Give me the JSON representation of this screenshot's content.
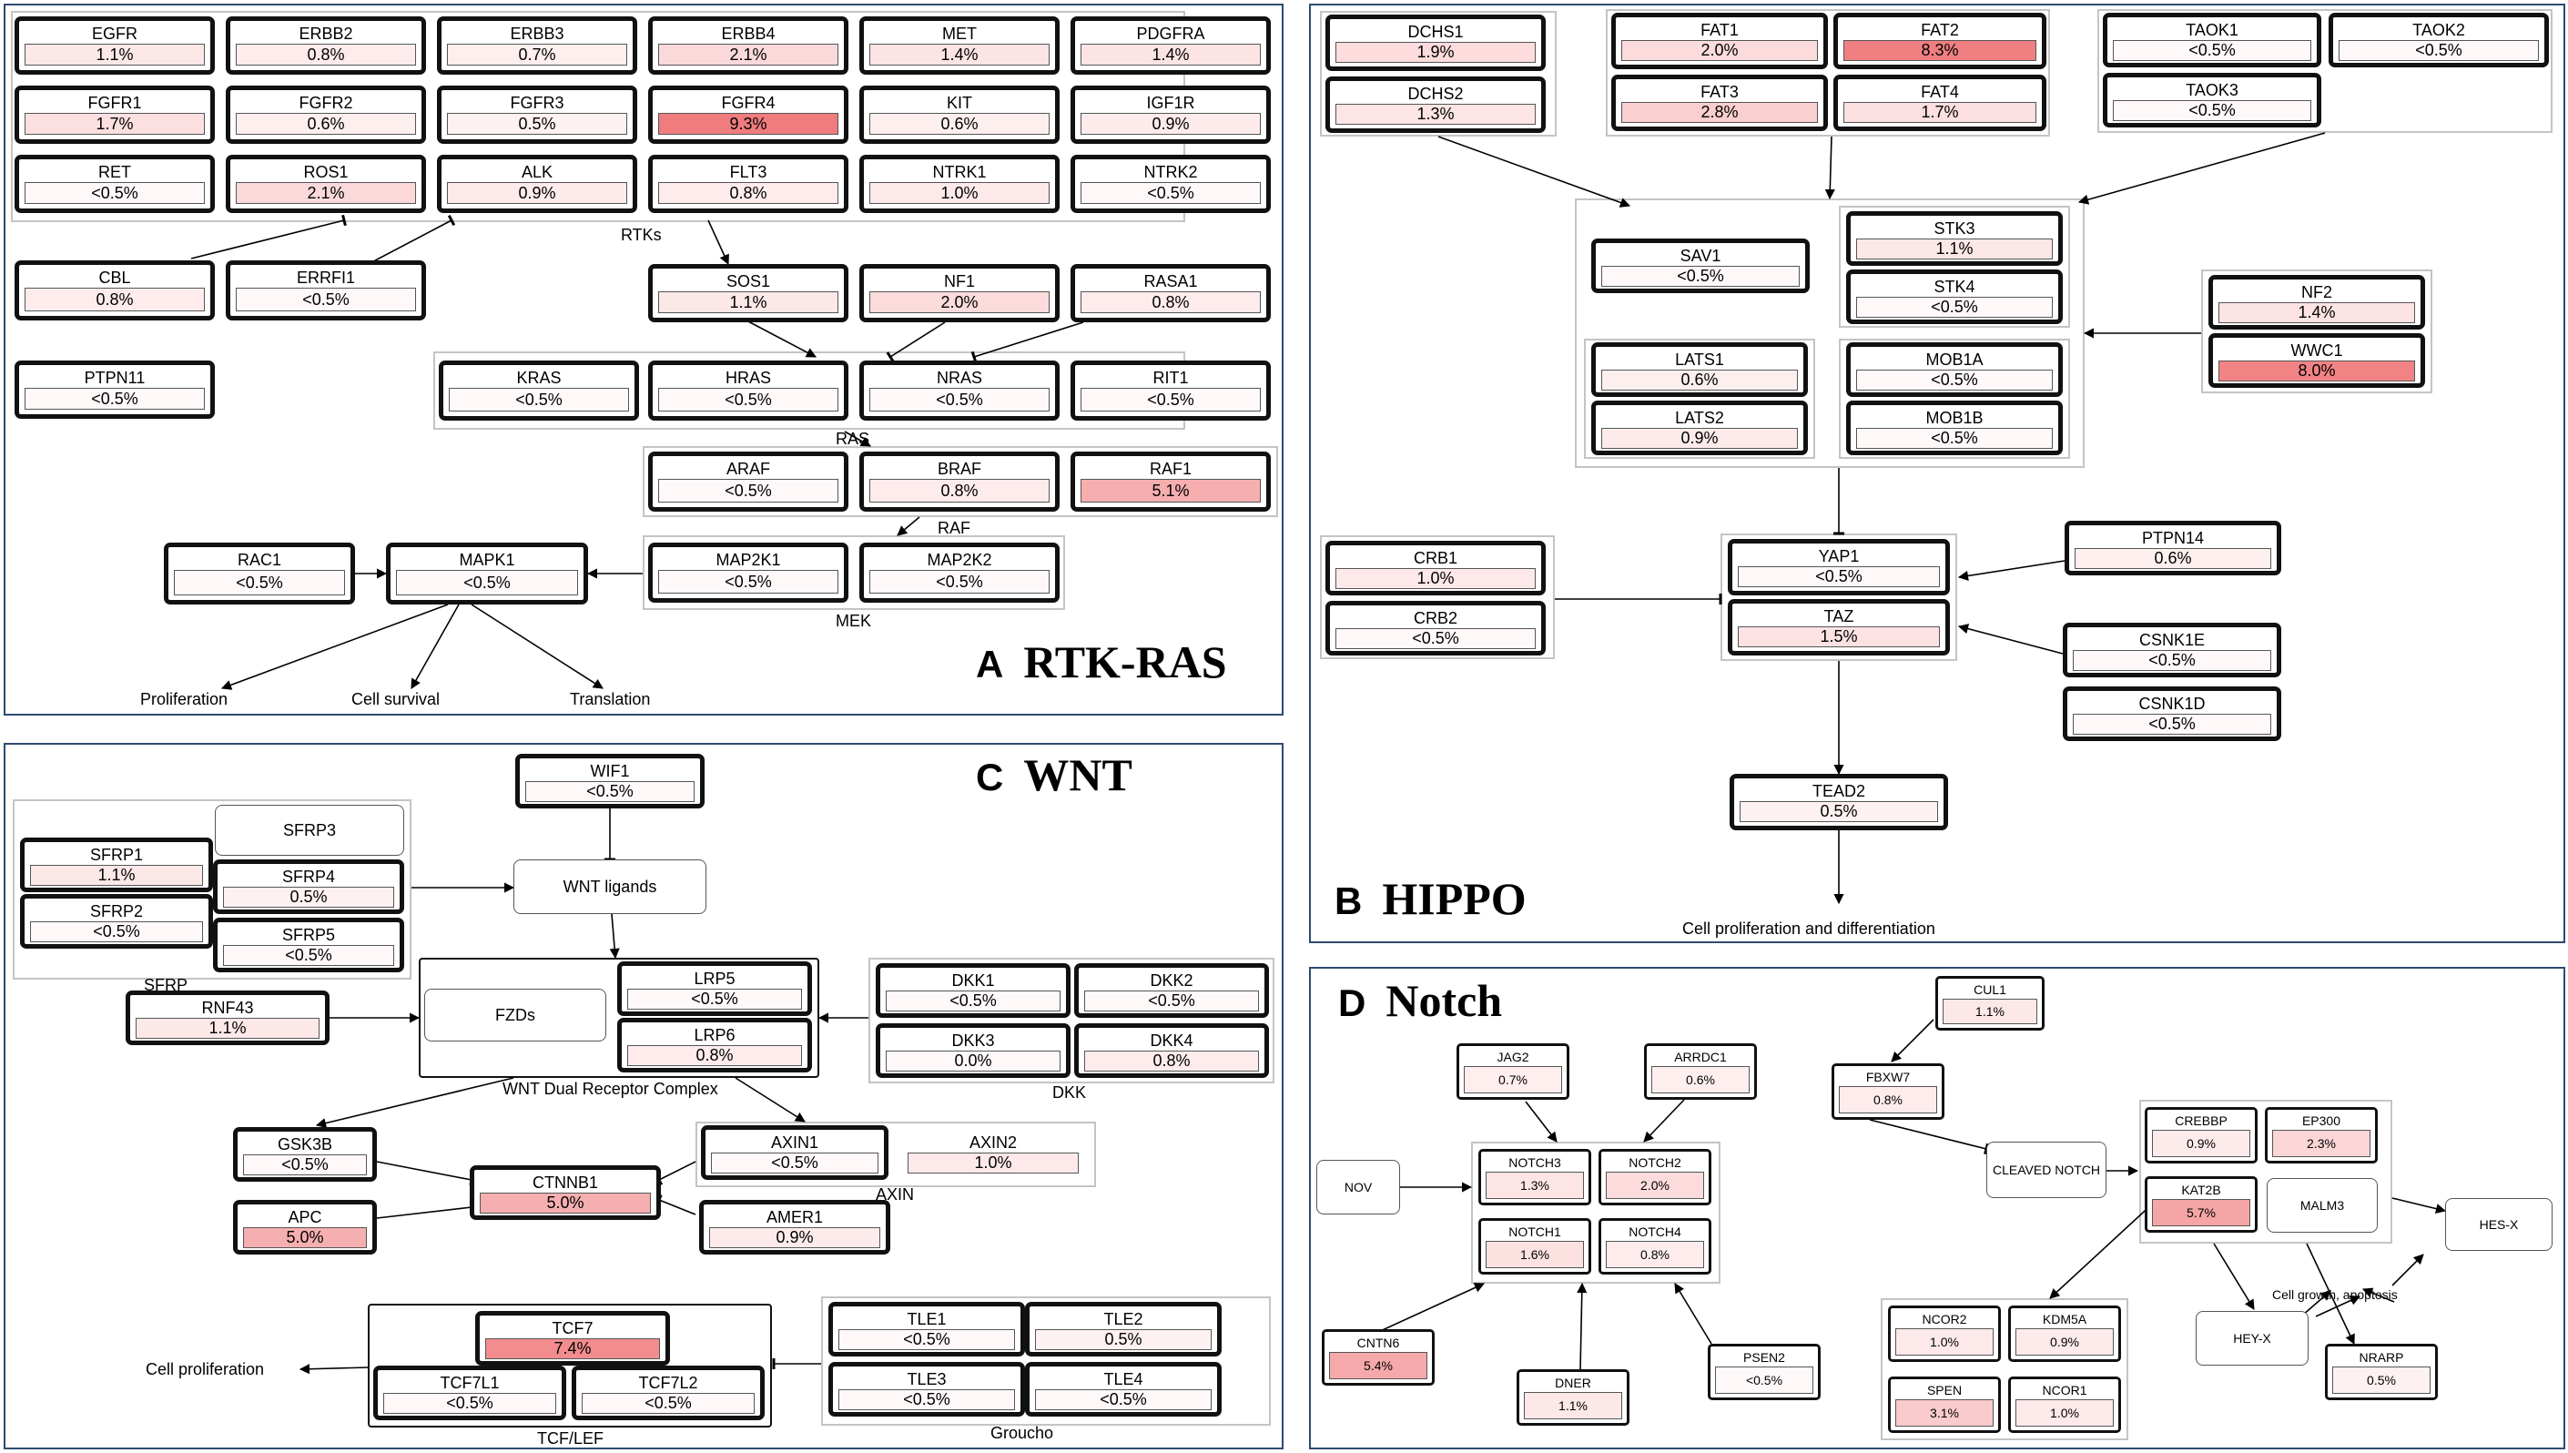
{
  "colors": {
    "heat_low": "#fff8f8",
    "heat_high": "#f07c7e",
    "panel_border": "#2d4b6f",
    "group_border": "#c4c4c4"
  },
  "panels": {
    "A": {
      "letter": "A",
      "title": "RTK-RAS"
    },
    "B": {
      "letter": "B",
      "title": "HIPPO"
    },
    "C": {
      "letter": "C",
      "title": "WNT"
    },
    "D": {
      "letter": "D",
      "title": "Notch"
    }
  },
  "labels": {
    "rtks": "RTKs",
    "ras": "RAS",
    "raf": "RAF",
    "mek": "MEK",
    "proliferation": "Proliferation",
    "cell_survival": "Cell survival",
    "translation": "Translation",
    "hippo_out": "Cell proliferation and differentiation",
    "sfrp": "SFRP",
    "dkk": "DKK",
    "axin": "AXIN",
    "wnt_complex": "WNT Dual Receptor Complex",
    "tcf_lef": "TCF/LEF",
    "groucho": "Groucho",
    "wnt_out": "Cell proliferation",
    "notch_out": "Cell growth, apoptosis"
  },
  "other_nodes": {
    "sfrp3": "SFRP3",
    "wnt_ligands": "WNT ligands",
    "fzds": "FZDs",
    "nov": "NOV",
    "cleaved_notch": "CLEAVED NOTCH",
    "malm3": "MALM3",
    "hes_x": "HES-X",
    "hey_x": "HEY-X"
  },
  "genes": {
    "EGFR": {
      "name": "EGFR",
      "value": "1.1%",
      "pct": 1.1
    },
    "ERBB2": {
      "name": "ERBB2",
      "value": "0.8%",
      "pct": 0.8
    },
    "ERBB3": {
      "name": "ERBB3",
      "value": "0.7%",
      "pct": 0.7
    },
    "ERBB4": {
      "name": "ERBB4",
      "value": "2.1%",
      "pct": 2.1
    },
    "MET": {
      "name": "MET",
      "value": "1.4%",
      "pct": 1.4
    },
    "PDGFRA": {
      "name": "PDGFRA",
      "value": "1.4%",
      "pct": 1.4
    },
    "FGFR1": {
      "name": "FGFR1",
      "value": "1.7%",
      "pct": 1.7
    },
    "FGFR2": {
      "name": "FGFR2",
      "value": "0.6%",
      "pct": 0.6
    },
    "FGFR3": {
      "name": "FGFR3",
      "value": "0.5%",
      "pct": 0.5
    },
    "FGFR4": {
      "name": "FGFR4",
      "value": "9.3%",
      "pct": 9.3
    },
    "KIT": {
      "name": "KIT",
      "value": "0.6%",
      "pct": 0.6
    },
    "IGF1R": {
      "name": "IGF1R",
      "value": "0.9%",
      "pct": 0.9
    },
    "RET": {
      "name": "RET",
      "value": "<0.5%",
      "pct": 0
    },
    "ROS1": {
      "name": "ROS1",
      "value": "2.1%",
      "pct": 2.1
    },
    "ALK": {
      "name": "ALK",
      "value": "0.9%",
      "pct": 0.9
    },
    "FLT3": {
      "name": "FLT3",
      "value": "0.8%",
      "pct": 0.8
    },
    "NTRK1": {
      "name": "NTRK1",
      "value": "1.0%",
      "pct": 1.0
    },
    "NTRK2": {
      "name": "NTRK2",
      "value": "<0.5%",
      "pct": 0
    },
    "CBL": {
      "name": "CBL",
      "value": "0.8%",
      "pct": 0.8
    },
    "ERRFI1": {
      "name": "ERRFI1",
      "value": "<0.5%",
      "pct": 0
    },
    "SOS1": {
      "name": "SOS1",
      "value": "1.1%",
      "pct": 1.1
    },
    "NF1": {
      "name": "NF1",
      "value": "2.0%",
      "pct": 2.0
    },
    "RASA1": {
      "name": "RASA1",
      "value": "0.8%",
      "pct": 0.8
    },
    "PTPN11": {
      "name": "PTPN11",
      "value": "<0.5%",
      "pct": 0
    },
    "KRAS": {
      "name": "KRAS",
      "value": "<0.5%",
      "pct": 0
    },
    "HRAS": {
      "name": "HRAS",
      "value": "<0.5%",
      "pct": 0
    },
    "NRAS": {
      "name": "NRAS",
      "value": "<0.5%",
      "pct": 0
    },
    "RIT1": {
      "name": "RIT1",
      "value": "<0.5%",
      "pct": 0
    },
    "ARAF": {
      "name": "ARAF",
      "value": "<0.5%",
      "pct": 0
    },
    "BRAF": {
      "name": "BRAF",
      "value": "0.8%",
      "pct": 0.8
    },
    "RAF1": {
      "name": "RAF1",
      "value": "5.1%",
      "pct": 5.1
    },
    "RAC1": {
      "name": "RAC1",
      "value": "<0.5%",
      "pct": 0
    },
    "MAPK1": {
      "name": "MAPK1",
      "value": "<0.5%",
      "pct": 0
    },
    "MAP2K1": {
      "name": "MAP2K1",
      "value": "<0.5%",
      "pct": 0
    },
    "MAP2K2": {
      "name": "MAP2K2",
      "value": "<0.5%",
      "pct": 0
    },
    "DCHS1": {
      "name": "DCHS1",
      "value": "1.9%",
      "pct": 1.9
    },
    "DCHS2": {
      "name": "DCHS2",
      "value": "1.3%",
      "pct": 1.3
    },
    "FAT1": {
      "name": "FAT1",
      "value": "2.0%",
      "pct": 2.0
    },
    "FAT2": {
      "name": "FAT2",
      "value": "8.3%",
      "pct": 8.3
    },
    "FAT3": {
      "name": "FAT3",
      "value": "2.8%",
      "pct": 2.8
    },
    "FAT4": {
      "name": "FAT4",
      "value": "1.7%",
      "pct": 1.7
    },
    "TAOK1": {
      "name": "TAOK1",
      "value": "<0.5%",
      "pct": 0
    },
    "TAOK2": {
      "name": "TAOK2",
      "value": "<0.5%",
      "pct": 0
    },
    "TAOK3": {
      "name": "TAOK3",
      "value": "<0.5%",
      "pct": 0
    },
    "SAV1": {
      "name": "SAV1",
      "value": "<0.5%",
      "pct": 0
    },
    "STK3": {
      "name": "STK3",
      "value": "1.1%",
      "pct": 1.1
    },
    "STK4": {
      "name": "STK4",
      "value": "<0.5%",
      "pct": 0
    },
    "LATS1": {
      "name": "LATS1",
      "value": "0.6%",
      "pct": 0.6
    },
    "LATS2": {
      "name": "LATS2",
      "value": "0.9%",
      "pct": 0.9
    },
    "MOB1A": {
      "name": "MOB1A",
      "value": "<0.5%",
      "pct": 0
    },
    "MOB1B": {
      "name": "MOB1B",
      "value": "<0.5%",
      "pct": 0
    },
    "NF2": {
      "name": "NF2",
      "value": "1.4%",
      "pct": 1.4
    },
    "WWC1": {
      "name": "WWC1",
      "value": "8.0%",
      "pct": 8.0
    },
    "CRB1": {
      "name": "CRB1",
      "value": "1.0%",
      "pct": 1.0
    },
    "CRB2": {
      "name": "CRB2",
      "value": "<0.5%",
      "pct": 0
    },
    "YAP1": {
      "name": "YAP1",
      "value": "<0.5%",
      "pct": 0
    },
    "TAZ": {
      "name": "TAZ",
      "value": "1.5%",
      "pct": 1.5
    },
    "PTPN14": {
      "name": "PTPN14",
      "value": "0.6%",
      "pct": 0.6
    },
    "CSNK1E": {
      "name": "CSNK1E",
      "value": "<0.5%",
      "pct": 0
    },
    "CSNK1D": {
      "name": "CSNK1D",
      "value": "<0.5%",
      "pct": 0
    },
    "TEAD2": {
      "name": "TEAD2",
      "value": "0.5%",
      "pct": 0.5
    },
    "WIF1": {
      "name": "WIF1",
      "value": "<0.5%",
      "pct": 0
    },
    "SFRP1": {
      "name": "SFRP1",
      "value": "1.1%",
      "pct": 1.1
    },
    "SFRP2": {
      "name": "SFRP2",
      "value": "<0.5%",
      "pct": 0
    },
    "SFRP4": {
      "name": "SFRP4",
      "value": "0.5%",
      "pct": 0.5
    },
    "SFRP5": {
      "name": "SFRP5",
      "value": "<0.5%",
      "pct": 0
    },
    "RNF43": {
      "name": "RNF43",
      "value": "1.1%",
      "pct": 1.1
    },
    "LRP5": {
      "name": "LRP5",
      "value": "<0.5%",
      "pct": 0
    },
    "LRP6": {
      "name": "LRP6",
      "value": "0.8%",
      "pct": 0.8
    },
    "DKK1": {
      "name": "DKK1",
      "value": "<0.5%",
      "pct": 0
    },
    "DKK2": {
      "name": "DKK2",
      "value": "<0.5%",
      "pct": 0
    },
    "DKK3": {
      "name": "DKK3",
      "value": "0.0%",
      "pct": 0
    },
    "DKK4": {
      "name": "DKK4",
      "value": "0.8%",
      "pct": 0.8
    },
    "GSK3B": {
      "name": "GSK3B",
      "value": "<0.5%",
      "pct": 0
    },
    "APC": {
      "name": "APC",
      "value": "5.0%",
      "pct": 5.0
    },
    "CTNNB1": {
      "name": "CTNNB1",
      "value": "5.0%",
      "pct": 5.0
    },
    "AXIN1": {
      "name": "AXIN1",
      "value": "<0.5%",
      "pct": 0
    },
    "AXIN2": {
      "name": "AXIN2",
      "value": "1.0%",
      "pct": 1.0
    },
    "AMER1": {
      "name": "AMER1",
      "value": "0.9%",
      "pct": 0.9
    },
    "TCF7": {
      "name": "TCF7",
      "value": "7.4%",
      "pct": 7.4
    },
    "TCF7L1": {
      "name": "TCF7L1",
      "value": "<0.5%",
      "pct": 0
    },
    "TCF7L2": {
      "name": "TCF7L2",
      "value": "<0.5%",
      "pct": 0
    },
    "TLE1": {
      "name": "TLE1",
      "value": "<0.5%",
      "pct": 0
    },
    "TLE2": {
      "name": "TLE2",
      "value": "0.5%",
      "pct": 0.5
    },
    "TLE3": {
      "name": "TLE3",
      "value": "<0.5%",
      "pct": 0
    },
    "TLE4": {
      "name": "TLE4",
      "value": "<0.5%",
      "pct": 0
    },
    "CUL1": {
      "name": "CUL1",
      "value": "1.1%",
      "pct": 1.1
    },
    "JAG2": {
      "name": "JAG2",
      "value": "0.7%",
      "pct": 0.7
    },
    "ARRDC1": {
      "name": "ARRDC1",
      "value": "0.6%",
      "pct": 0.6
    },
    "FBXW7": {
      "name": "FBXW7",
      "value": "0.8%",
      "pct": 0.8
    },
    "NOTCH3": {
      "name": "NOTCH3",
      "value": "1.3%",
      "pct": 1.3
    },
    "NOTCH2": {
      "name": "NOTCH2",
      "value": "2.0%",
      "pct": 2.0
    },
    "NOTCH1": {
      "name": "NOTCH1",
      "value": "1.6%",
      "pct": 1.6
    },
    "NOTCH4": {
      "name": "NOTCH4",
      "value": "0.8%",
      "pct": 0.8
    },
    "CREBBP": {
      "name": "CREBBP",
      "value": "0.9%",
      "pct": 0.9
    },
    "EP300": {
      "name": "EP300",
      "value": "2.3%",
      "pct": 2.3
    },
    "KAT2B": {
      "name": "KAT2B",
      "value": "5.7%",
      "pct": 5.7
    },
    "CNTN6": {
      "name": "CNTN6",
      "value": "5.4%",
      "pct": 5.4
    },
    "DNER": {
      "name": "DNER",
      "value": "1.1%",
      "pct": 1.1
    },
    "PSEN2": {
      "name": "PSEN2",
      "value": "<0.5%",
      "pct": 0
    },
    "NCOR2": {
      "name": "NCOR2",
      "value": "1.0%",
      "pct": 1.0
    },
    "KDM5A": {
      "name": "KDM5A",
      "value": "0.9%",
      "pct": 0.9
    },
    "SPEN": {
      "name": "SPEN",
      "value": "3.1%",
      "pct": 3.1
    },
    "NCOR1": {
      "name": "NCOR1",
      "value": "1.0%",
      "pct": 1.0
    },
    "NRARP": {
      "name": "NRARP",
      "value": "0.5%",
      "pct": 0.5
    }
  }
}
